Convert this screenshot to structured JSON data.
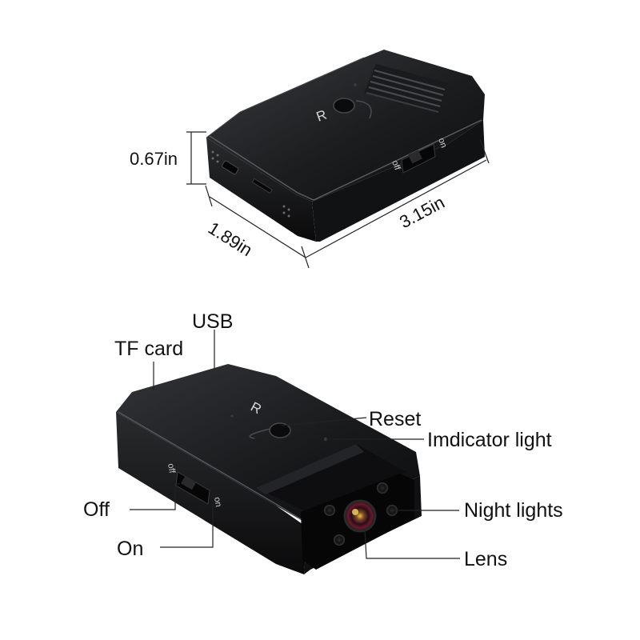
{
  "dimensions": {
    "height": "0.67in",
    "depth": "1.89in",
    "length": "3.15in"
  },
  "device_markings": {
    "reset_letter": "R",
    "switch_on": "on",
    "switch_off": "off"
  },
  "callouts": {
    "usb": "USB",
    "tf_card": "TF card",
    "reset": "Reset",
    "indicator": "Imdicator light",
    "off": "Off",
    "on": "On",
    "night_lights": "Night lights",
    "lens": "Lens"
  }
}
